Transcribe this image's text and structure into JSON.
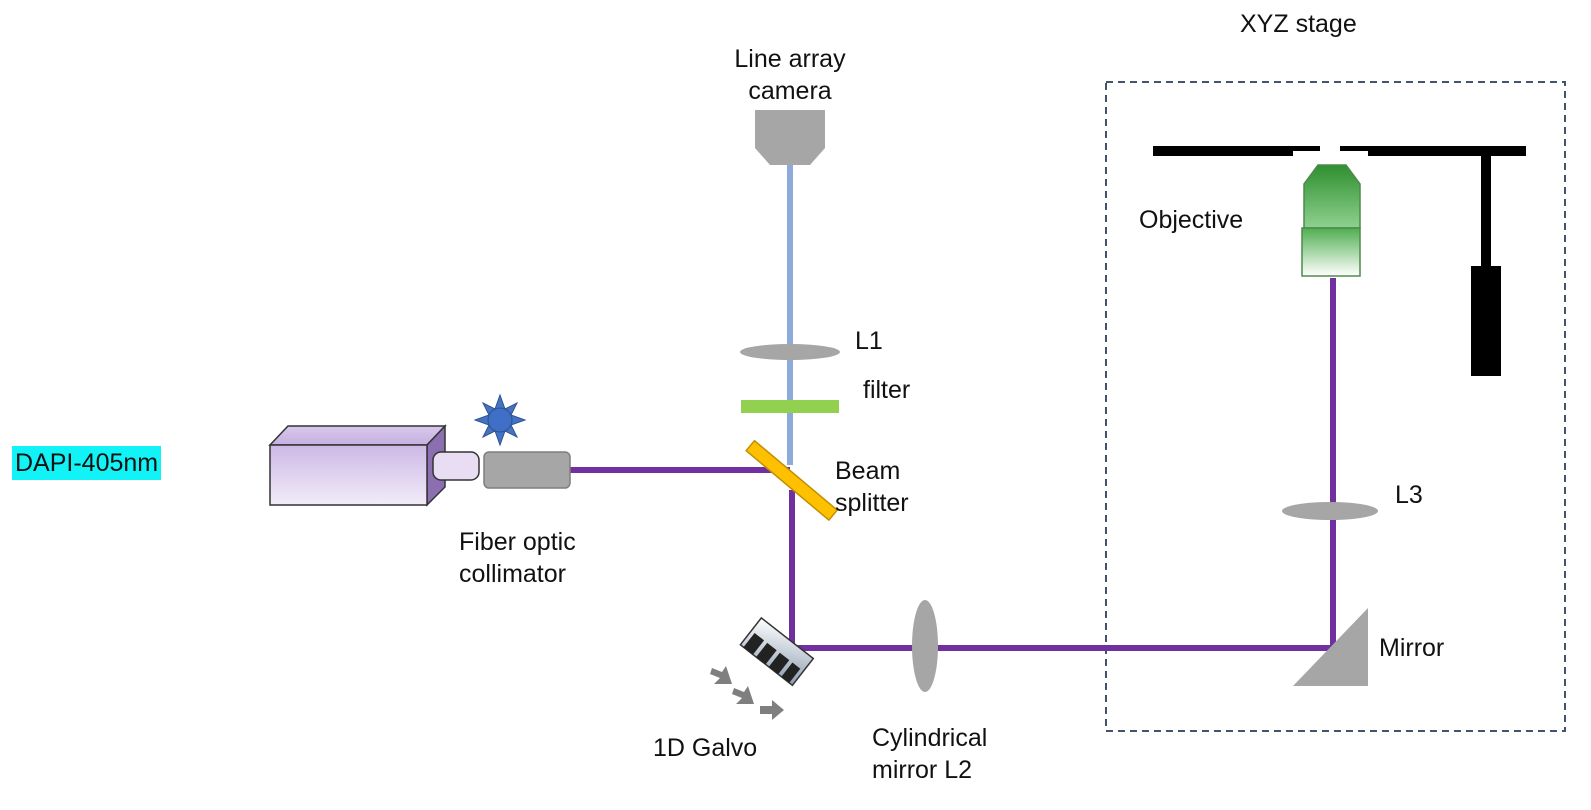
{
  "labels": {
    "laser": "DAPI-405nm",
    "camera_line1": "Line array",
    "camera_line2": "camera",
    "stage": "XYZ stage",
    "objective": "Objective",
    "l1": "L1",
    "filter": "filter",
    "beam_splitter_line1": "Beam",
    "beam_splitter_line2": "splitter",
    "collimator_line1": "Fiber optic",
    "collimator_line2": "collimator",
    "l3": "L3",
    "mirror": "Mirror",
    "galvo": "1D Galvo",
    "l2_line1": "Cylindrical",
    "l2_line2": "mirror L2"
  },
  "colors": {
    "excitation_beam": "#7030a0",
    "emission_beam": "#8eaadb",
    "lens": "#a6a6a6",
    "filter": "#92d050",
    "beam_splitter": "#ffc000",
    "laser_highlight": "#12f3f7",
    "objective_green": "#3aa63a",
    "stage_border": "#44546a",
    "star": "#4472c4"
  }
}
